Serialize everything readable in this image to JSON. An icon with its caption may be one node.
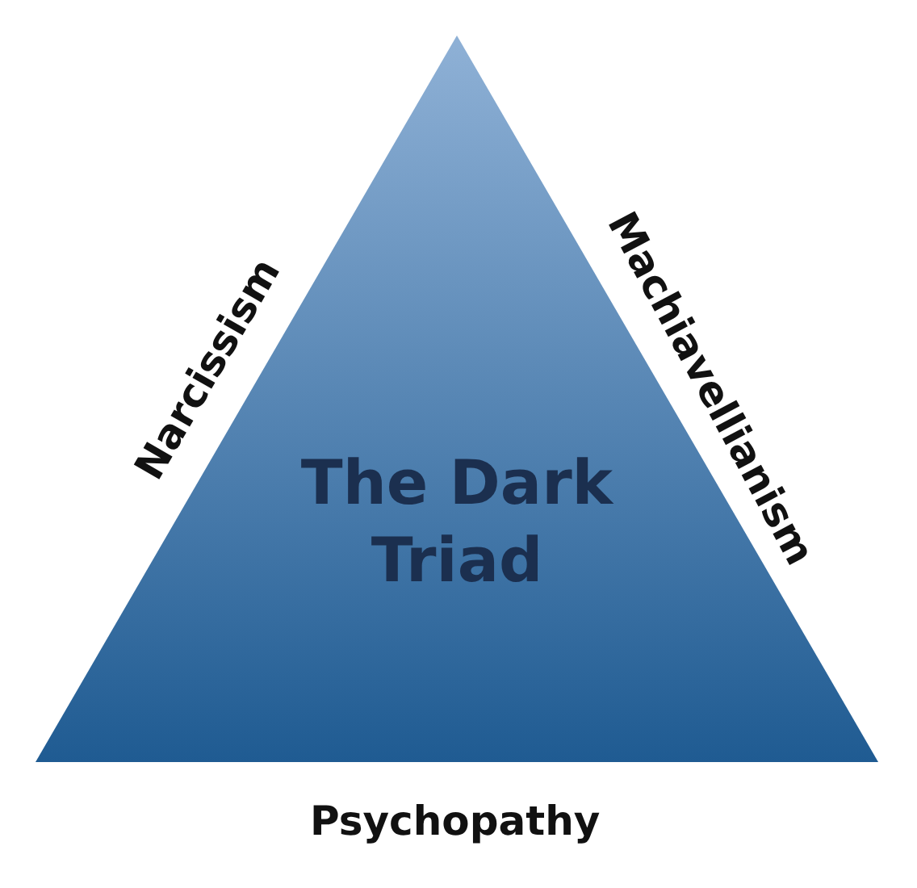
{
  "diagram": {
    "nodes": [
      {
        "text": [
          "The Dark Triad"
        ]
      }
    ],
    "edges": [],
    "labels": [
      "Narcissism",
      "Machiavellianism",
      "Psychopathy"
    ]
  }
}
